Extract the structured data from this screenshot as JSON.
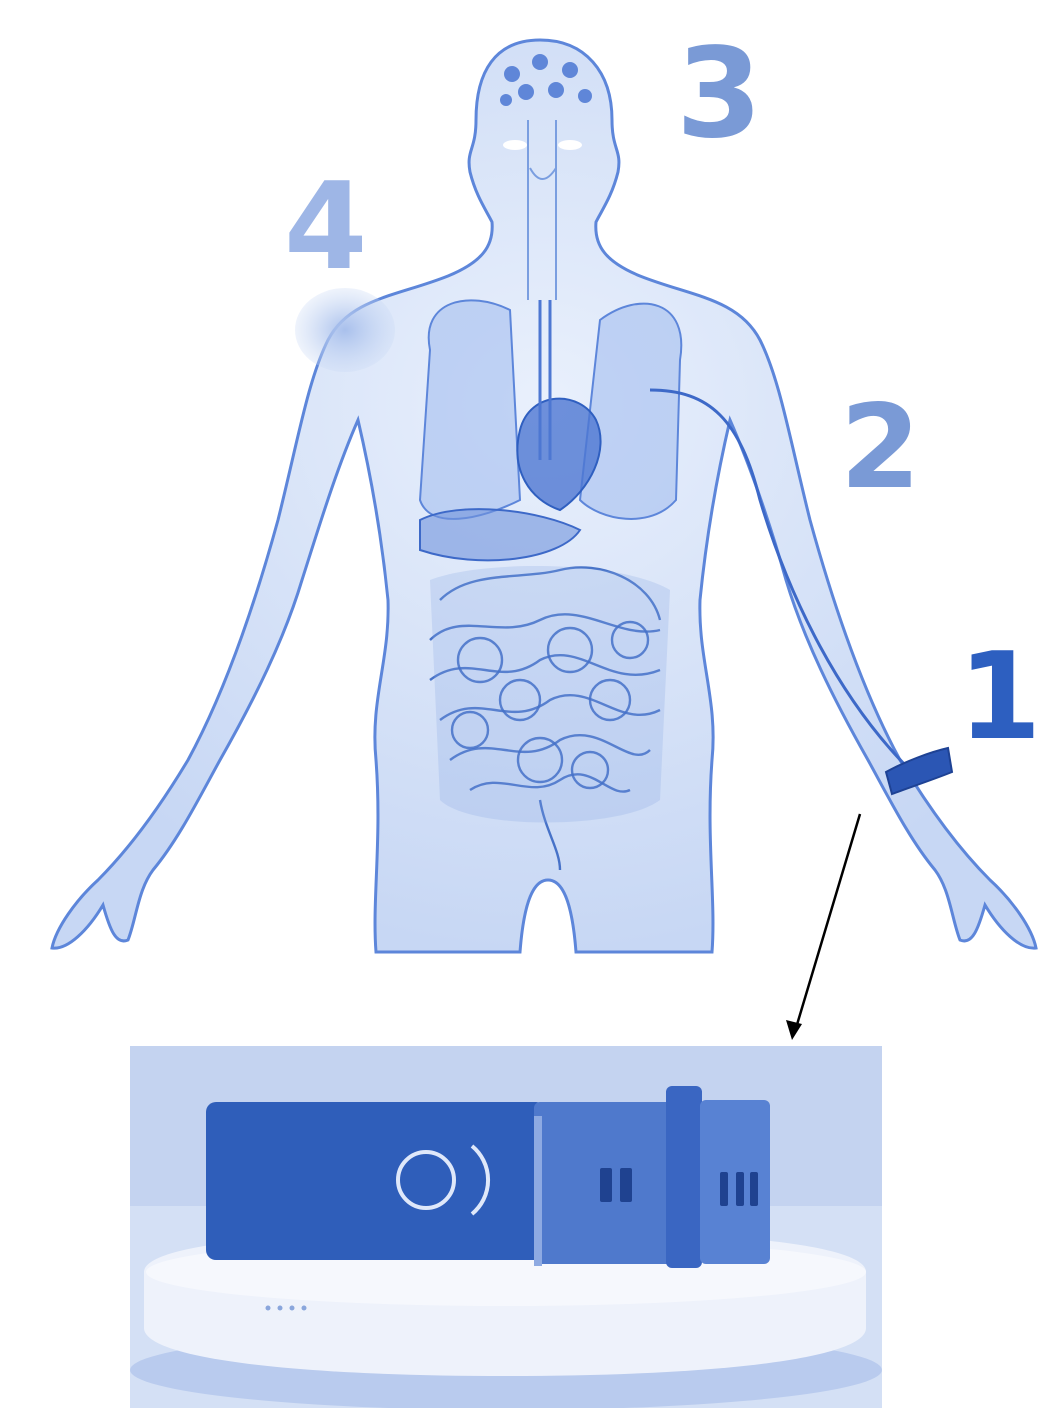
{
  "figure": {
    "markers": [
      "1",
      "2",
      "3",
      "4"
    ],
    "colors": {
      "body_outline": "#4a78d6",
      "body_fill": "#d3e1f8",
      "organ": "#2f5fc0",
      "marker_dark": "#2d5fc0",
      "marker_mid": "#7a9ad6",
      "marker_light": "#9eb6e6",
      "band": "#2f5eba",
      "band_dark": "#22489a",
      "charger": "#e9eef9",
      "photo_bg": "#cfdbf3",
      "arrow": "#000000"
    },
    "icons": [
      "human-anatomy-figure",
      "wristband-device",
      "charging-dock"
    ]
  }
}
